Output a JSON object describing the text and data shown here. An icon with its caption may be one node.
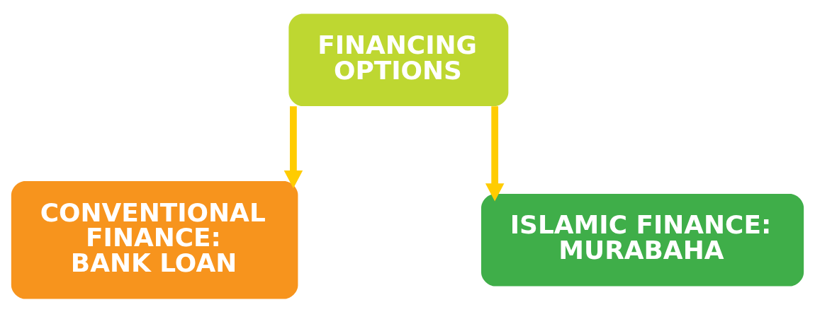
{
  "diagram": {
    "nodes": [
      {
        "text": [
          "FINANCING OPTIONS"
        ]
      },
      {
        "text": [
          "CONVENTIONAL FINANCE: BANK LOAN"
        ]
      },
      {
        "text": [
          "ISLAMIC FINANCE: MURABAHA"
        ]
      }
    ],
    "edges": [
      {
        "from": 0,
        "to": 1,
        "arrow": "to"
      },
      {
        "from": 0,
        "to": 2,
        "arrow": "to"
      }
    ]
  }
}
